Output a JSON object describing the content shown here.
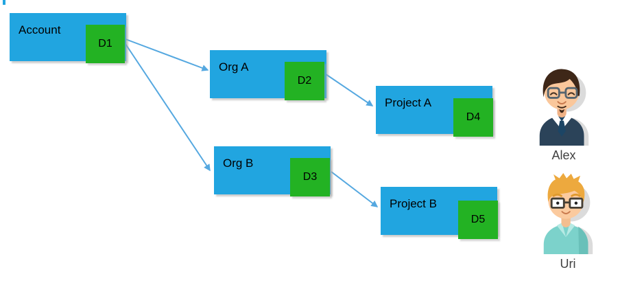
{
  "diagram": {
    "nodes": [
      {
        "label": "Account",
        "badge": "D1"
      },
      {
        "label": "Org A",
        "badge": "D2"
      },
      {
        "label": "Project A",
        "badge": "D4"
      },
      {
        "label": "Org B",
        "badge": "D3"
      },
      {
        "label": "Project B",
        "badge": "D5"
      }
    ],
    "edges": [
      {
        "from": "D1",
        "to": "Org A"
      },
      {
        "from": "D1",
        "to": "Org B"
      },
      {
        "from": "D2",
        "to": "Project A"
      },
      {
        "from": "D3",
        "to": "Project B"
      }
    ],
    "colors": {
      "node_fill": "#21A5E0",
      "badge_fill": "#23B223",
      "arrow": "#55A8E0",
      "label_text": "#000000"
    }
  },
  "people": [
    {
      "name": "Alex"
    },
    {
      "name": "Uri"
    }
  ]
}
